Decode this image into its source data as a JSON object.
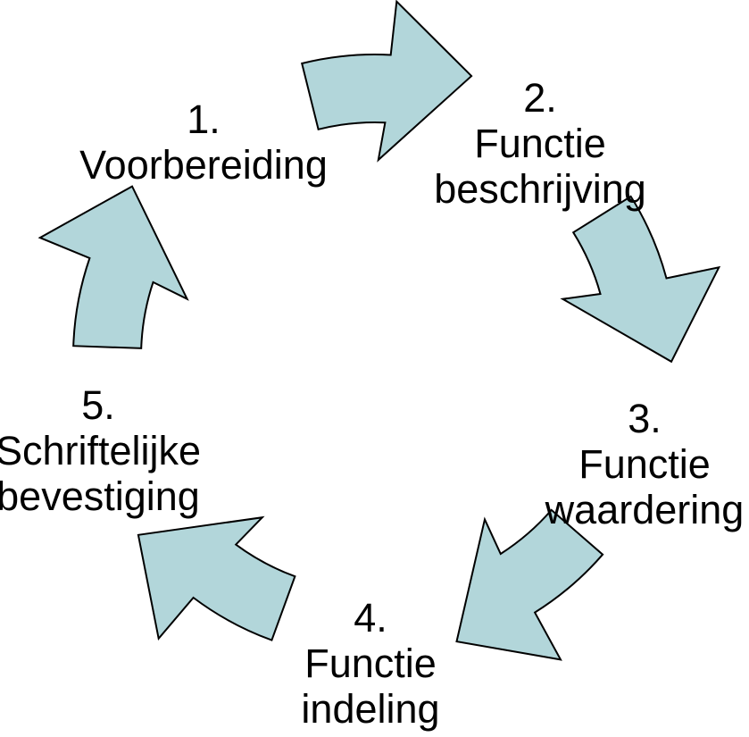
{
  "colors": {
    "background": "#ffffff",
    "arrow_fill": "#b2d6da",
    "arrow_outline": "#000000",
    "text": "#000000"
  },
  "diagram": {
    "type": "cycle",
    "direction": "clockwise",
    "steps": [
      {
        "lines": [
          "1.",
          "Voorbereiding"
        ]
      },
      {
        "lines": [
          "2.",
          "Functie",
          "beschrijving"
        ]
      },
      {
        "lines": [
          "3.",
          "Functie",
          "waardering"
        ]
      },
      {
        "lines": [
          "4.",
          "Functie",
          "indeling"
        ]
      },
      {
        "lines": [
          "5.",
          "Schriftelijke",
          "bevestiging"
        ]
      }
    ],
    "arrows": [
      {
        "from": "1",
        "to": "2"
      },
      {
        "from": "2",
        "to": "3"
      },
      {
        "from": "3",
        "to": "4"
      },
      {
        "from": "4",
        "to": "5"
      },
      {
        "from": "5",
        "to": "1"
      }
    ]
  }
}
